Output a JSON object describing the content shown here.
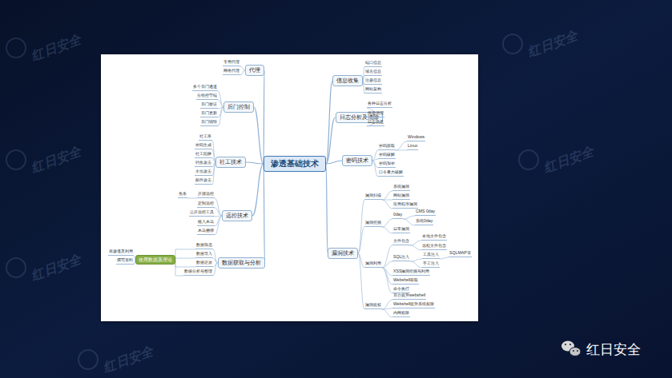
{
  "diagram": {
    "nodes": [
      {
        "text": [
          "渗透基础技术"
        ]
      },
      {
        "text": [
          "代理"
        ]
      },
      {
        "text": [
          "专用代理"
        ]
      },
      {
        "text": [
          "网络代理"
        ]
      },
      {
        "text": [
          "后门控制"
        ]
      },
      {
        "text": [
          "多个后门通道"
        ]
      },
      {
        "text": [
          "分组控守端"
        ]
      },
      {
        "text": [
          "后门验证"
        ]
      },
      {
        "text": [
          "后门更新"
        ]
      },
      {
        "text": [
          "后门销毁"
        ]
      },
      {
        "text": [
          "社工技术"
        ]
      },
      {
        "text": [
          "社工库"
        ]
      },
      {
        "text": [
          "密码生成"
        ]
      },
      {
        "text": [
          "社工陷阱"
        ]
      },
      {
        "text": [
          "钓鱼攻击"
        ]
      },
      {
        "text": [
          "水坑攻击"
        ]
      },
      {
        "text": [
          "邮件攻击"
        ]
      },
      {
        "text": [
          "远控技术"
        ]
      },
      {
        "text": [
          "开源远控"
        ]
      },
      {
        "text": [
          "免杀"
        ]
      },
      {
        "text": [
          "定制远控"
        ]
      },
      {
        "text": [
          "公开远控工具"
        ]
      },
      {
        "text": [
          "植入木马"
        ]
      },
      {
        "text": [
          "木马捆绑"
        ]
      },
      {
        "text": [
          "数据获取与分析"
        ]
      },
      {
        "text": [
          "数据筛选"
        ]
      },
      {
        "text": [
          "数据导入"
        ]
      },
      {
        "text": [
          "数据还原"
        ]
      },
      {
        "text": [
          "数据分析与整理"
        ]
      },
      {
        "text": [
          "使用数据及理论"
        ]
      },
      {
        "text": [
          "再渗透及利用"
        ]
      },
      {
        "text": [
          "撰写资料"
        ]
      },
      {
        "text": [
          "信息收集"
        ]
      },
      {
        "text": [
          "端口信息"
        ]
      },
      {
        "text": [
          "域名信息"
        ]
      },
      {
        "text": [
          "注册信息"
        ]
      },
      {
        "text": [
          "网站架构"
        ]
      },
      {
        "text": [
          "日志分析及清除"
        ]
      },
      {
        "text": [
          "各种日志分析"
        ]
      },
      {
        "text": [
          "痕迹清理"
        ]
      },
      {
        "text": [
          "日志伪造"
        ]
      },
      {
        "text": [
          "密码技术"
        ]
      },
      {
        "text": [
          "密码获取"
        ]
      },
      {
        "text": [
          "Windows"
        ]
      },
      {
        "text": [
          "Linux"
        ]
      },
      {
        "text": [
          "密码破解"
        ]
      },
      {
        "text": [
          "密码加密"
        ]
      },
      {
        "text": [
          "口令暴力破解"
        ]
      },
      {
        "text": [
          "漏洞技术"
        ]
      },
      {
        "text": [
          "漏洞扫描"
        ]
      },
      {
        "text": [
          "系统漏洞"
        ]
      },
      {
        "text": [
          "网站漏洞"
        ]
      },
      {
        "text": [
          "应用程序漏洞"
        ]
      },
      {
        "text": [
          "漏洞挖掘"
        ]
      },
      {
        "text": [
          "0day"
        ]
      },
      {
        "text": [
          "CMS 0day"
        ]
      },
      {
        "text": [
          "系统0day"
        ]
      },
      {
        "text": [
          "日常漏洞"
        ]
      },
      {
        "text": [
          "漏洞利用"
        ]
      },
      {
        "text": [
          "文件包含"
        ]
      },
      {
        "text": [
          "本地文件包含"
        ]
      },
      {
        "text": [
          "远程文件包含"
        ]
      },
      {
        "text": [
          "SQL注入"
        ]
      },
      {
        "text": [
          "工具注入"
        ]
      },
      {
        "text": [
          "SQLMAP等"
        ]
      },
      {
        "text": [
          "手工注入"
        ]
      },
      {
        "text": [
          "XSS漏洞挖掘与利用"
        ]
      },
      {
        "text": [
          "Webshell获取"
        ]
      },
      {
        "text": [
          "命令执行"
        ]
      },
      {
        "text": [
          "漏洞提权"
        ]
      },
      {
        "text": [
          "后台提升webshell"
        ]
      },
      {
        "text": [
          "Webshell提升系统权限"
        ]
      },
      {
        "text": [
          "内网权限"
        ]
      }
    ],
    "edges": [
      {
        "from": 0,
        "to": 1,
        "arrow": "none"
      },
      {
        "from": 0,
        "to": 4,
        "arrow": "none"
      },
      {
        "from": 0,
        "to": 10,
        "arrow": "none"
      },
      {
        "from": 0,
        "to": 17,
        "arrow": "none"
      },
      {
        "from": 0,
        "to": 24,
        "arrow": "none"
      },
      {
        "from": 0,
        "to": 32,
        "arrow": "none"
      },
      {
        "from": 0,
        "to": 37,
        "arrow": "none"
      },
      {
        "from": 0,
        "to": 41,
        "arrow": "none"
      },
      {
        "from": 0,
        "to": 48,
        "arrow": "none"
      },
      {
        "from": 1,
        "to": 2,
        "arrow": "none"
      },
      {
        "from": 1,
        "to": 3,
        "arrow": "none"
      },
      {
        "from": 4,
        "to": 5,
        "arrow": "none"
      },
      {
        "from": 4,
        "to": 6,
        "arrow": "none"
      },
      {
        "from": 4,
        "to": 7,
        "arrow": "none"
      },
      {
        "from": 4,
        "to": 8,
        "arrow": "none"
      },
      {
        "from": 4,
        "to": 9,
        "arrow": "none"
      },
      {
        "from": 10,
        "to": 11,
        "arrow": "none"
      },
      {
        "from": 10,
        "to": 12,
        "arrow": "none"
      },
      {
        "from": 10,
        "to": 13,
        "arrow": "none"
      },
      {
        "from": 10,
        "to": 14,
        "arrow": "none"
      },
      {
        "from": 10,
        "to": 15,
        "arrow": "none"
      },
      {
        "from": 10,
        "to": 16,
        "arrow": "none"
      },
      {
        "from": 17,
        "to": 18,
        "arrow": "none"
      },
      {
        "from": 18,
        "to": 19,
        "arrow": "none"
      },
      {
        "from": 17,
        "to": 20,
        "arrow": "none"
      },
      {
        "from": 17,
        "to": 21,
        "arrow": "none"
      },
      {
        "from": 17,
        "to": 22,
        "arrow": "none"
      },
      {
        "from": 17,
        "to": 23,
        "arrow": "none"
      },
      {
        "from": 24,
        "to": 25,
        "arrow": "none"
      },
      {
        "from": 24,
        "to": 26,
        "arrow": "none"
      },
      {
        "from": 24,
        "to": 27,
        "arrow": "none"
      },
      {
        "from": 24,
        "to": 28,
        "arrow": "none"
      },
      {
        "from": 25,
        "to": 29,
        "arrow": "none"
      },
      {
        "from": 26,
        "to": 29,
        "arrow": "none"
      },
      {
        "from": 27,
        "to": 29,
        "arrow": "none"
      },
      {
        "from": 28,
        "to": 29,
        "arrow": "none"
      },
      {
        "from": 29,
        "to": 30,
        "arrow": "none"
      },
      {
        "from": 29,
        "to": 31,
        "arrow": "none"
      },
      {
        "from": 32,
        "to": 33,
        "arrow": "none"
      },
      {
        "from": 32,
        "to": 34,
        "arrow": "none"
      },
      {
        "from": 32,
        "to": 35,
        "arrow": "none"
      },
      {
        "from": 32,
        "to": 36,
        "arrow": "none"
      },
      {
        "from": 37,
        "to": 38,
        "arrow": "none"
      },
      {
        "from": 37,
        "to": 39,
        "arrow": "none"
      },
      {
        "from": 37,
        "to": 40,
        "arrow": "none"
      },
      {
        "from": 41,
        "to": 42,
        "arrow": "none"
      },
      {
        "from": 42,
        "to": 43,
        "arrow": "none"
      },
      {
        "from": 42,
        "to": 44,
        "arrow": "none"
      },
      {
        "from": 41,
        "to": 45,
        "arrow": "none"
      },
      {
        "from": 41,
        "to": 46,
        "arrow": "none"
      },
      {
        "from": 41,
        "to": 47,
        "arrow": "none"
      },
      {
        "from": 48,
        "to": 49,
        "arrow": "none"
      },
      {
        "from": 49,
        "to": 50,
        "arrow": "none"
      },
      {
        "from": 49,
        "to": 51,
        "arrow": "none"
      },
      {
        "from": 49,
        "to": 52,
        "arrow": "none"
      },
      {
        "from": 48,
        "to": 53,
        "arrow": "none"
      },
      {
        "from": 53,
        "to": 54,
        "arrow": "none"
      },
      {
        "from": 54,
        "to": 55,
        "arrow": "none"
      },
      {
        "from": 54,
        "to": 56,
        "arrow": "none"
      },
      {
        "from": 53,
        "to": 57,
        "arrow": "none"
      },
      {
        "from": 48,
        "to": 58,
        "arrow": "none"
      },
      {
        "from": 58,
        "to": 59,
        "arrow": "none"
      },
      {
        "from": 59,
        "to": 60,
        "arrow": "none"
      },
      {
        "from": 59,
        "to": 61,
        "arrow": "none"
      },
      {
        "from": 58,
        "to": 62,
        "arrow": "none"
      },
      {
        "from": 62,
        "to": 63,
        "arrow": "none"
      },
      {
        "from": 63,
        "to": 64,
        "arrow": "none"
      },
      {
        "from": 62,
        "to": 65,
        "arrow": "none"
      },
      {
        "from": 58,
        "to": 66,
        "arrow": "none"
      },
      {
        "from": 58,
        "to": 67,
        "arrow": "none"
      },
      {
        "from": 58,
        "to": 68,
        "arrow": "none"
      },
      {
        "from": 48,
        "to": 69,
        "arrow": "none"
      },
      {
        "from": 69,
        "to": 70,
        "arrow": "none"
      },
      {
        "from": 69,
        "to": 71,
        "arrow": "none"
      },
      {
        "from": 69,
        "to": 72,
        "arrow": "none"
      }
    ],
    "labels": [
      "红日安全",
      "红日安全",
      "红日安全",
      "红日安全",
      "红日安全",
      "红日安全",
      "红日安全"
    ]
  }
}
